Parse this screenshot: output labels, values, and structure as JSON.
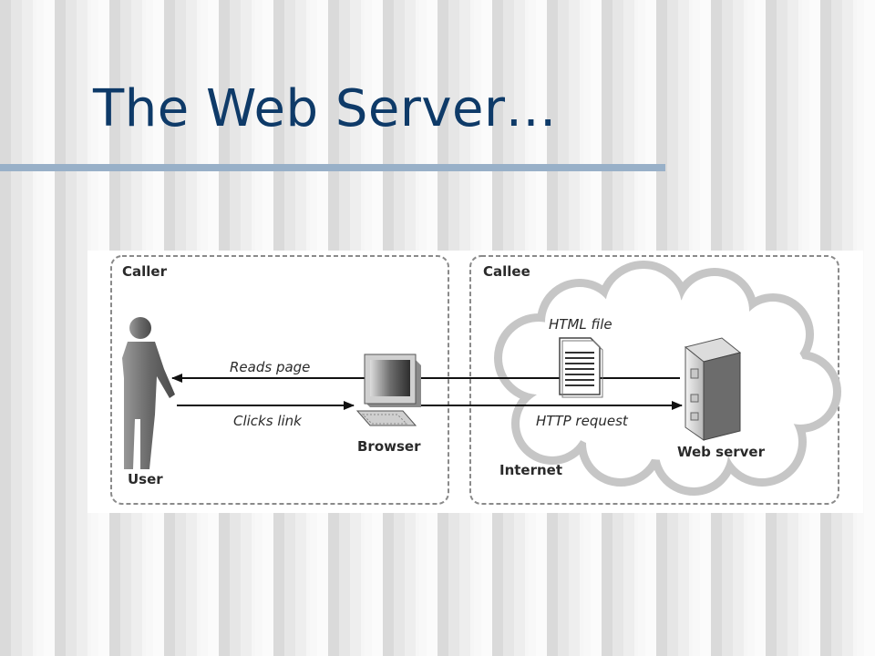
{
  "slide": {
    "title": "The Web Server…"
  },
  "diagram": {
    "caller_label": "Caller",
    "callee_label": "Callee",
    "user_label": "User",
    "browser_label": "Browser",
    "web_server_label": "Web server",
    "internet_label": "Internet",
    "html_file_label": "HTML file",
    "reads_page_label": "Reads page",
    "clicks_link_label": "Clicks link",
    "http_request_label": "HTTP request"
  },
  "colors": {
    "title": "#0e3a68",
    "rule": "#98b0c8"
  }
}
